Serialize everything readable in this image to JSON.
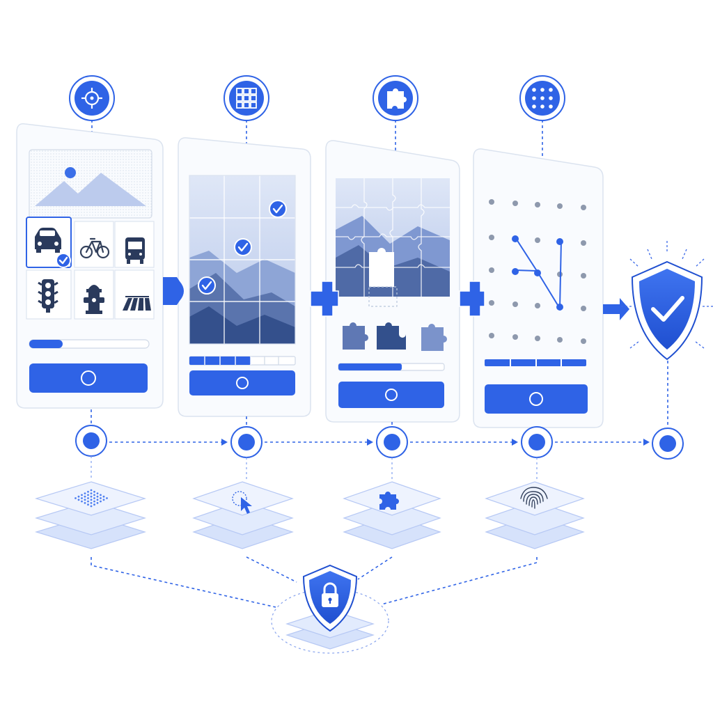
{
  "diagram": {
    "stages": [
      {
        "id": "image-selection",
        "icon": "target-icon"
      },
      {
        "id": "grid-selection",
        "icon": "grid-icon"
      },
      {
        "id": "puzzle-slide",
        "icon": "puzzle-icon"
      },
      {
        "id": "pattern-draw",
        "icon": "dot-grid-icon"
      }
    ],
    "image_tiles": [
      "car-icon",
      "bicycle-icon",
      "bus-icon",
      "traffic-light-icon",
      "fire-hydrant-icon",
      "crosswalk-icon"
    ],
    "progress": [
      0.28,
      0.58,
      0.6,
      1.0
    ],
    "layer_icons": [
      "dot-grid-icon",
      "cursor-click-icon",
      "puzzle-icon",
      "fingerprint-icon"
    ],
    "result_icon": "shield-check-icon",
    "hub_icon": "shield-lock-icon",
    "colors": {
      "accent": "#2f63e6",
      "panel": "#f9fbfe",
      "border": "#dbe3ef",
      "mountain_dark": "#3d5a98",
      "mountain_light": "#a9bde6"
    }
  }
}
